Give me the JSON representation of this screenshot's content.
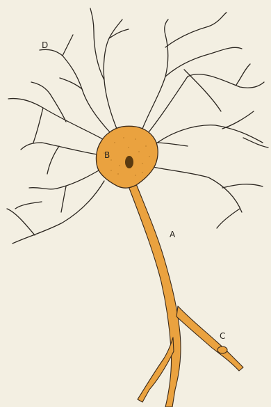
{
  "labels": {
    "a": "A",
    "b": "B",
    "c": "C",
    "d": "D"
  },
  "colors": {
    "background": "#f3efe2",
    "cell_fill": "#eaa23f",
    "cell_outline": "#3b2a1a",
    "nucleus": "#5a3a10",
    "dendrite": "#2b2620"
  }
}
